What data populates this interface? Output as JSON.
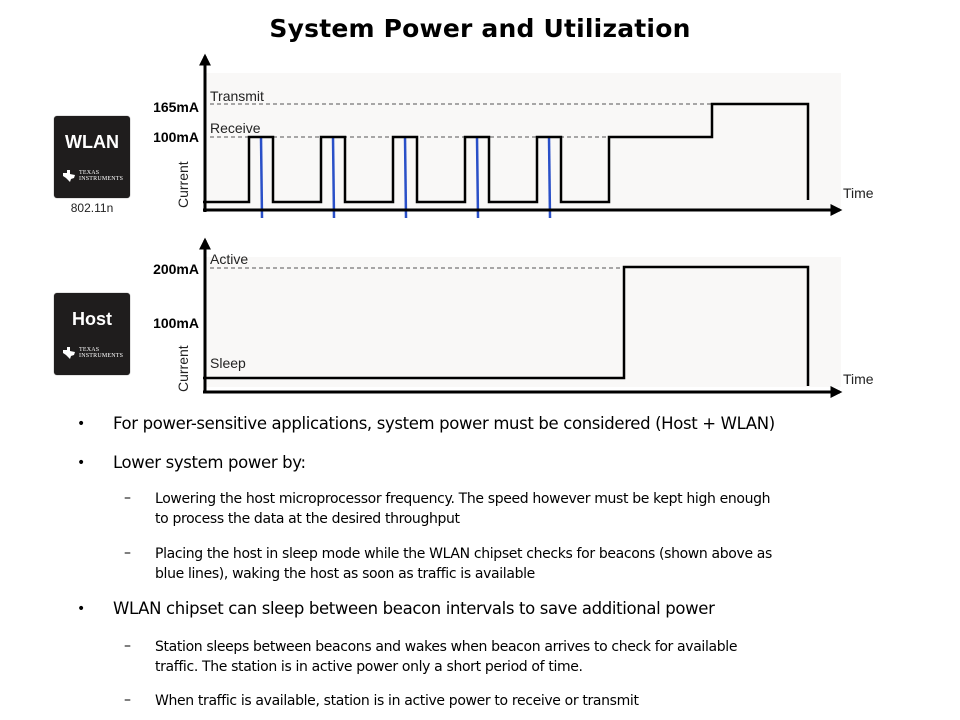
{
  "title": "System Power and Utilization",
  "wlan_chip": {
    "label": "WLAN",
    "brand": "Texas Instruments",
    "brand_line1": "TEXAS",
    "brand_line2": "INSTRUMENTS",
    "caption": "802.11n"
  },
  "host_chip": {
    "label": "Host",
    "brand": "Texas Instruments",
    "brand_line1": "TEXAS",
    "brand_line2": "INSTRUMENTS"
  },
  "wlan_plot": {
    "y_axis_label": "Current",
    "x_axis_label": "Time",
    "levels": [
      {
        "tick": "165mA",
        "state": "Transmit",
        "value_mA": 165
      },
      {
        "tick": "100mA",
        "state": "Receive",
        "value_mA": 100
      }
    ],
    "beacon_count": 5,
    "beacon_color": "#2a50c8",
    "description": "Periodic short receive pulses at beacon intervals, then sustained receive followed by transmit"
  },
  "host_plot": {
    "y_axis_label": "Current",
    "x_axis_label": "Time",
    "levels": [
      {
        "tick": "200mA",
        "state": "Active",
        "value_mA": 200
      },
      {
        "tick": "100mA",
        "state": "",
        "value_mA": 100
      }
    ],
    "sleep_label": "Sleep",
    "description": "Host sleeps until traffic arrives, then goes active"
  },
  "bullets": [
    {
      "text": "For power-sensitive applications, system power must be considered (Host + WLAN)",
      "sub": []
    },
    {
      "text": "Lower system power by:",
      "sub": [
        {
          "line1": "Lowering the host microprocessor frequency. The speed however must be kept high enough",
          "line2": "to process the data at the desired throughput"
        },
        {
          "line1": "Placing the host in sleep mode while the WLAN chipset checks for beacons (shown above as",
          "line2": "blue lines), waking the host as soon as traffic is available"
        }
      ]
    },
    {
      "text": "WLAN chipset can sleep between beacon intervals to save additional power",
      "sub": [
        {
          "line1": "Station sleeps between beacons and wakes when beacon arrives to check for available",
          "line2": "traffic. The station is in active power only a short period of time."
        },
        {
          "line1": "When traffic is available, station is in active power to receive or transmit",
          "line2": ""
        }
      ]
    }
  ],
  "bullet_glyph": "•",
  "sub_glyph": "–"
}
